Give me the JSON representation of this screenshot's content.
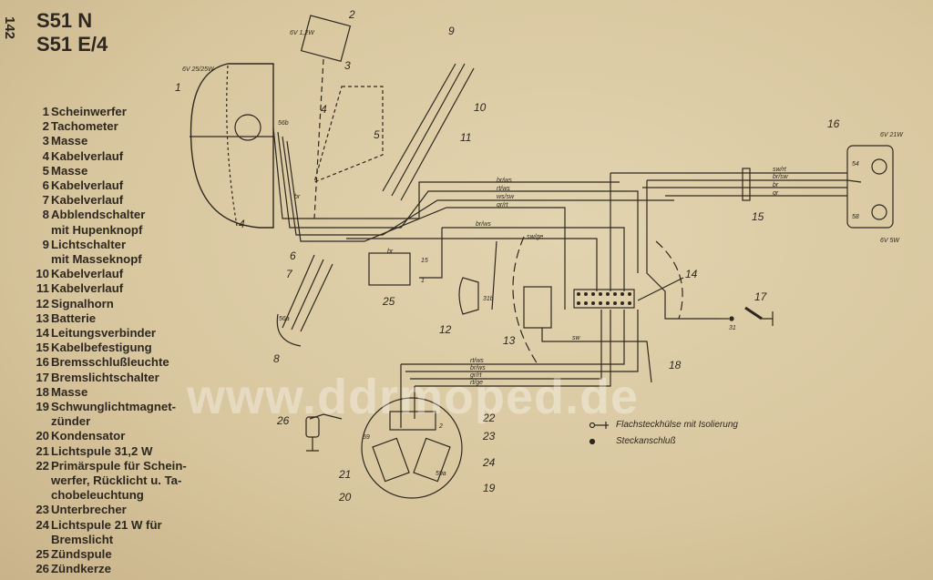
{
  "page_number": "142",
  "title": [
    "S51 N",
    "S51 E/4"
  ],
  "legend": [
    {
      "n": "1",
      "t": "Scheinwerfer"
    },
    {
      "n": "2",
      "t": "Tachometer"
    },
    {
      "n": "3",
      "t": "Masse"
    },
    {
      "n": "4",
      "t": "Kabelverlauf"
    },
    {
      "n": "5",
      "t": "Masse"
    },
    {
      "n": "6",
      "t": "Kabelverlauf"
    },
    {
      "n": "7",
      "t": "Kabelverlauf"
    },
    {
      "n": "8",
      "t": "Abblendschalter"
    },
    {
      "n": "",
      "t": "mit Hupenknopf"
    },
    {
      "n": "9",
      "t": "Lichtschalter"
    },
    {
      "n": "",
      "t": "mit Masseknopf"
    },
    {
      "n": "10",
      "t": "Kabelverlauf"
    },
    {
      "n": "11",
      "t": "Kabelverlauf"
    },
    {
      "n": "12",
      "t": "Signalhorn"
    },
    {
      "n": "13",
      "t": "Batterie"
    },
    {
      "n": "14",
      "t": "Leitungsverbinder"
    },
    {
      "n": "15",
      "t": "Kabelbefestigung"
    },
    {
      "n": "16",
      "t": "Bremsschlußleuchte"
    },
    {
      "n": "17",
      "t": "Bremslichtschalter"
    },
    {
      "n": "18",
      "t": "Masse"
    },
    {
      "n": "19",
      "t": "Schwunglichtmagnet-"
    },
    {
      "n": "",
      "t": "zünder"
    },
    {
      "n": "20",
      "t": "Kondensator"
    },
    {
      "n": "21",
      "t": "Lichtspule 31,2 W"
    },
    {
      "n": "22",
      "t": "Primärspule für Schein-"
    },
    {
      "n": "",
      "t": "werfer, Rücklicht u. Ta-"
    },
    {
      "n": "",
      "t": "chobeleuchtung"
    },
    {
      "n": "23",
      "t": "Unterbrecher"
    },
    {
      "n": "24",
      "t": "Lichtspule 21 W für"
    },
    {
      "n": "",
      "t": "Bremslicht"
    },
    {
      "n": "25",
      "t": "Zündspule"
    },
    {
      "n": "26",
      "t": "Zündkerze"
    }
  ],
  "ratings": {
    "headlamp": "6V 25/25W",
    "tacho": "6V 1,2W",
    "brake": "6V 21W",
    "tail": "6V 5W"
  },
  "wires": {
    "top": [
      "br/ws",
      "rt/ws",
      "ws/sw",
      "gr/rt"
    ],
    "mid1": "br/ws",
    "mid2": "sw/ge",
    "rear": [
      "sw/rt",
      "br/sw",
      "br",
      "gr"
    ],
    "br": "br",
    "sw": "sw",
    "bottom": [
      "rt/ws",
      "br/ws",
      "gr/rt",
      "rt/ge"
    ]
  },
  "terminals": {
    "t56b": "56b",
    "t15": "15",
    "t1": "1",
    "t31b": "31b",
    "t31": "31",
    "t56a": "56a",
    "t54": "54",
    "t58": "58",
    "t59": "59",
    "t59a": "59a",
    "t2": "2"
  },
  "notes": {
    "flat": "Flachsteckhülse mit Isolierung",
    "plug": "Steckanschluß"
  },
  "watermark": "www.ddrmoped.de",
  "colors": {
    "paper": "#dccca6",
    "ink": "#2e2820"
  }
}
